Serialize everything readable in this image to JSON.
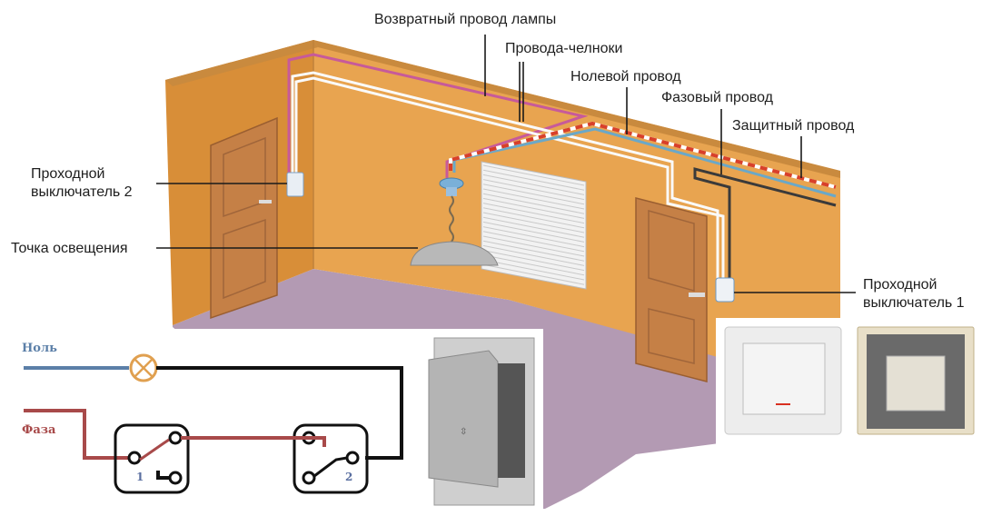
{
  "labels": {
    "lamp_return_wire": "Возвратный провод лампы",
    "shuttle_wires": "Провода-челноки",
    "neutral_wire": "Нолевой провод",
    "phase_wire": "Фазовый провод",
    "protective_wire": "Защитный провод",
    "switch_2": "Проходной\nвыключатель 2",
    "light_point": "Точка освещения",
    "switch_1": "Проходной\nвыключатель 1"
  },
  "schematic": {
    "neutral_label": "Ноль",
    "phase_label": "Фаза",
    "switch_1_number": "1",
    "switch_2_number": "2"
  },
  "colors": {
    "wall": "#e8a450",
    "wall_dark": "#d88e38",
    "floor": "#b39ab3",
    "door": "#c07a45",
    "return_wire": "#c75a9a",
    "neutral_wire": "#6aa8c8",
    "phase_wire": "#3a3a3a",
    "protective_stripe": "#d8402a",
    "schem_neutral": "#5b7fa8",
    "schem_phase": "#a84a4a",
    "lamp_symbol": "#e0a050"
  }
}
